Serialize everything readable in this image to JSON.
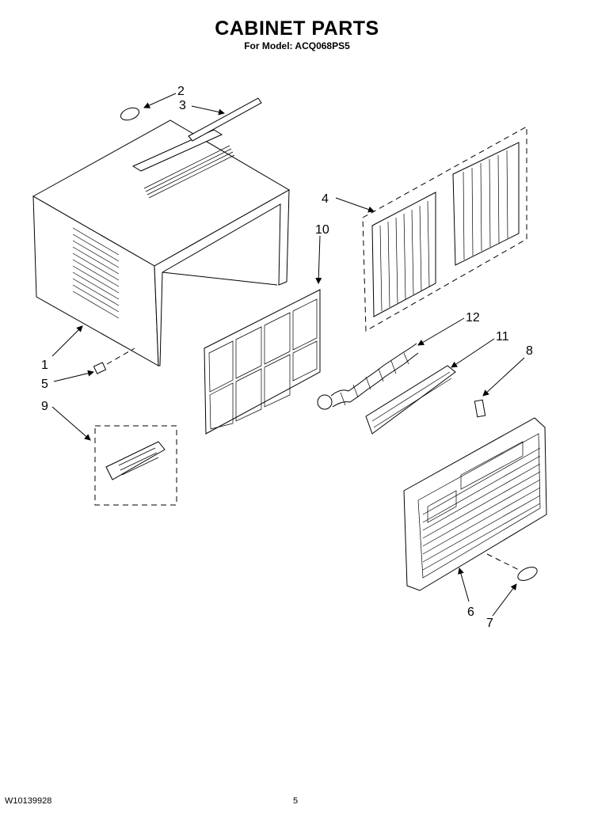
{
  "header": {
    "title": "CABINET PARTS",
    "subtitle": "For Model: ACQ068PS5"
  },
  "footer": {
    "doc_number": "W10139928",
    "page_number": "5"
  },
  "callouts": [
    "1",
    "2",
    "3",
    "4",
    "5",
    "6",
    "7",
    "8",
    "9",
    "10",
    "11",
    "12"
  ]
}
